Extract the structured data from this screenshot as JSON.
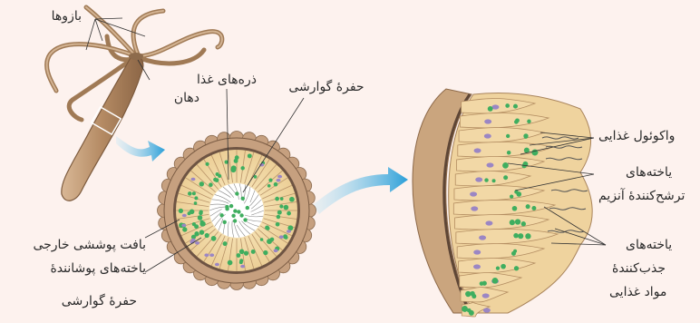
{
  "labels": {
    "arms": "بازوها",
    "mouth": "دهان",
    "food_particles": "ذره‌های غذا",
    "gastric_cavity": "حفرهٔ گوارشی",
    "outer_covering_tissue": "بافت پوششی خارجی",
    "lining_cells_line1": "یاخته‌های پوشانندهٔ",
    "lining_cells_line2": "حفرهٔ گوارشی",
    "food_vacuole": "واکوئول غذایی",
    "enzyme_cells_line1": "یاخته‌های",
    "enzyme_cells_line2": "ترشح‌کنندهٔ آنزیم",
    "absorbing_cells_line1": "یاخته‌های",
    "absorbing_cells_line2": "جذب‌کنندهٔ",
    "absorbing_cells_line3": "مواد غذایی"
  },
  "colors": {
    "background": "#fdf2ee",
    "outer_layer": "#c9a17f",
    "cell_fill": "#f0d49a",
    "cavity": "#ffffff",
    "food_granule": "#3fae5f",
    "nucleus": "#9b86c4",
    "arrow": "#3aa7dc",
    "hydra_body": "#b9926c"
  }
}
